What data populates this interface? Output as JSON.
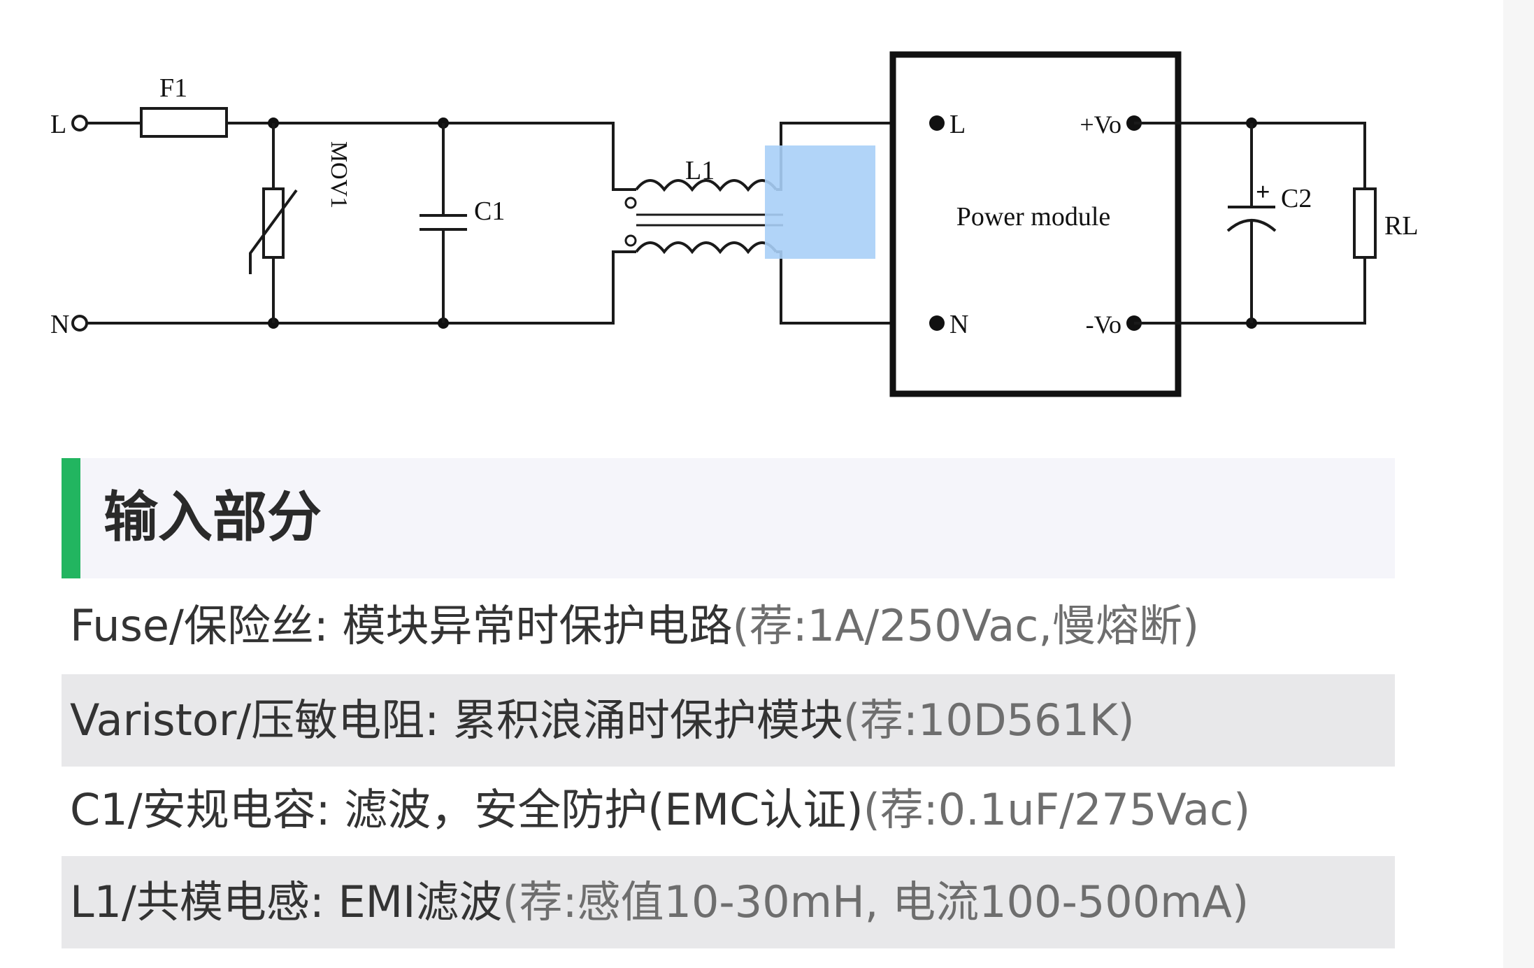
{
  "circuit": {
    "terminals": {
      "line": "L",
      "neutral": "N"
    },
    "fuse_label": "F1",
    "varistor_label": "MOV1",
    "cap1_label": "C1",
    "inductor_label": "L1",
    "module": {
      "title": "Power module",
      "pin_l": "L",
      "pin_n": "N",
      "pin_vo_plus": "+Vo",
      "pin_vo_minus": "-Vo"
    },
    "cap2_label": "C2",
    "cap2_polarity": "+",
    "load_label": "RL"
  },
  "highlight_color": "#a9cff7",
  "section": {
    "title": "输入部分",
    "accent_color": "#22b560",
    "rows": [
      {
        "main": "Fuse/保险丝: 模块异常时保护电路",
        "note": "(荐:1A/250Vac,慢熔断)"
      },
      {
        "main": "Varistor/压敏电阻: 累积浪涌时保护模块",
        "note": "(荐:10D561K)"
      },
      {
        "main": "C1/安规电容: 滤波，安全防护(EMC认证)",
        "note": "(荐:0.1uF/275Vac)"
      },
      {
        "main": "L1/共模电感: EMI滤波",
        "note": "(荐:感值10-30mH, 电流100-500mA)"
      }
    ]
  }
}
